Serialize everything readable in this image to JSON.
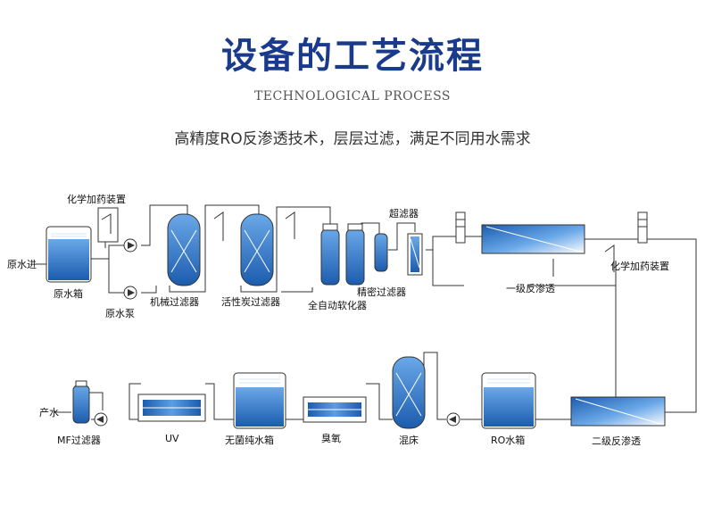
{
  "header": {
    "title": "设备的工艺流程",
    "subtitle": "TECHNOLOGICAL PROCESS",
    "description": "高精度RO反渗透技术，层层过滤，满足不同用水需求"
  },
  "labels": {
    "chem_dosing_1": "化学加药装置",
    "raw_water_in": "原水进",
    "raw_water_tank": "原水箱",
    "raw_water_pump": "原水泵",
    "mechanical_filter": "机械过滤器",
    "activated_carbon_filter": "活性炭过滤器",
    "auto_softener": "全自动软化器",
    "ultra_filter": "超滤器",
    "precision_filter": "精密过滤器",
    "ro_stage_1": "一级反渗透",
    "chem_dosing_2": "化学加药装置",
    "product_water": "产水",
    "mf_filter": "MF过滤器",
    "uv": "UV",
    "sterile_tank": "无菌纯水箱",
    "ozone": "臭氧",
    "mixed_bed": "混床",
    "ro_tank": "RO水箱",
    "ro_stage_2": "二级反渗透"
  },
  "colors": {
    "title": "#1a3a8c",
    "water_blue": "#2a74c8",
    "line": "#333333"
  }
}
